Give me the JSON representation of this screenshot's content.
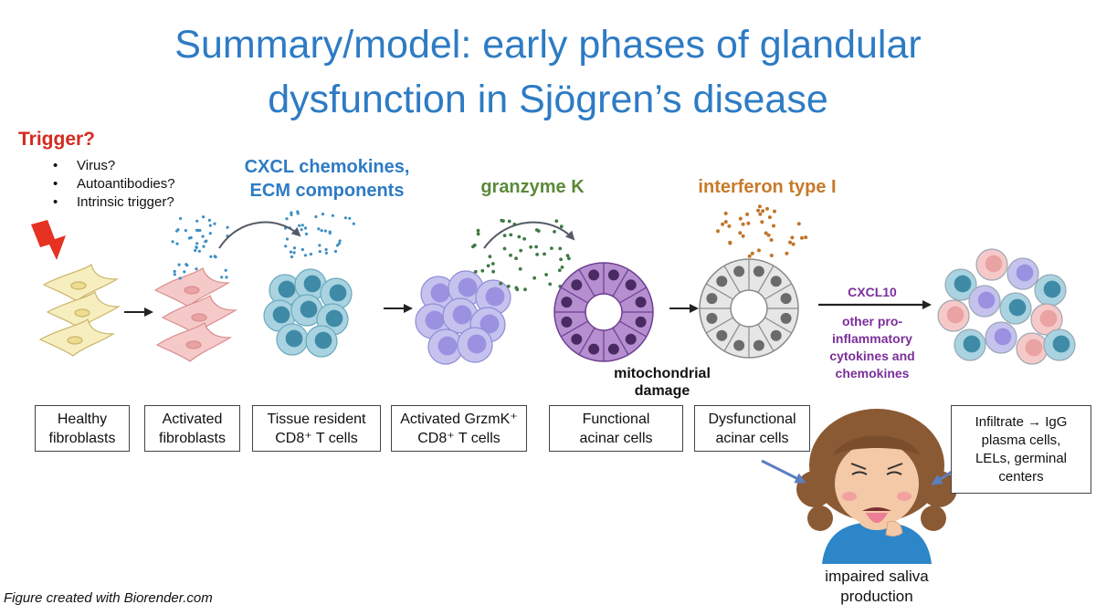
{
  "title": {
    "line1": "Summary/model: early phases of glandular",
    "line2": "dysfunction in Sjögren’s disease"
  },
  "trigger": {
    "heading": "Trigger?",
    "bullet_char": "•",
    "items": [
      "Virus?",
      "Autoantibodies?",
      "Intrinsic trigger?"
    ]
  },
  "signals": {
    "cxcl": {
      "line1": "CXCL chemokines,",
      "line2": "ECM components"
    },
    "granzyme": "granzyme K",
    "interferon": "interferon type I",
    "cxcl10": "CXCL10",
    "cytokines": {
      "line1": "other pro-",
      "line2": "inflammatory",
      "line3": "cytokines and",
      "line4": "chemokines"
    }
  },
  "mito": {
    "line1": "mitochondrial",
    "line2": "damage"
  },
  "boxes": [
    {
      "line1": "Healthy",
      "line2": "fibroblasts"
    },
    {
      "line1": "Activated",
      "line2": "fibroblasts"
    },
    {
      "line1": "Tissue resident",
      "line2": "CD8⁺ T cells"
    },
    {
      "line1": "Activated GrzmK⁺",
      "line2": "CD8⁺ T cells"
    },
    {
      "line1": "Functional",
      "line2": "acinar cells"
    },
    {
      "line1": "Dysfunctional",
      "line2": "acinar cells"
    }
  ],
  "infiltrate": {
    "line1": "Infiltrate → IgG",
    "line2": "plasma cells,",
    "line3": "LELs, germinal",
    "line4": "centers"
  },
  "patient": {
    "line1": "impaired saliva",
    "line2": "production"
  },
  "credit": "Figure created with Biorender.com",
  "colors": {
    "title": "#2e7bc4",
    "trigger": "#d42a1f",
    "cxcl": "#2e7bc4",
    "granzyme": "#5a8a3a",
    "interferon": "#c77a2a",
    "cytokines": "#7b2f9a"
  }
}
